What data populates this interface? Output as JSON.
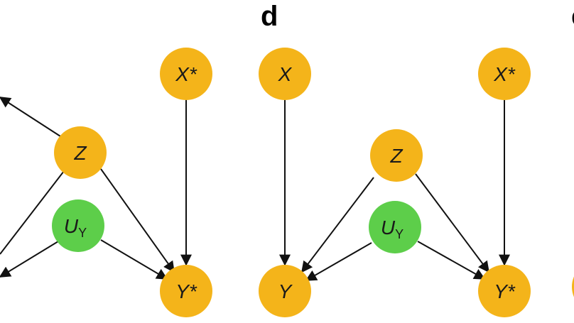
{
  "colors": {
    "observed": "#F4B41A",
    "latent": "#5DCE4A",
    "edge": "#111111"
  },
  "panels": [
    {
      "letter": "",
      "nodes": [
        {
          "id": "Xstar_c",
          "label": "X*",
          "sub": "",
          "kind": "observed"
        },
        {
          "id": "Z_c",
          "label": "Z",
          "sub": "",
          "kind": "observed"
        },
        {
          "id": "U_c",
          "label": "U",
          "sub": "Y",
          "kind": "latent"
        },
        {
          "id": "Ystar_c",
          "label": "Y*",
          "sub": "",
          "kind": "observed"
        }
      ]
    },
    {
      "letter": "d",
      "nodes": [
        {
          "id": "X_d",
          "label": "X",
          "sub": "",
          "kind": "observed"
        },
        {
          "id": "Xstar_d",
          "label": "X*",
          "sub": "",
          "kind": "observed"
        },
        {
          "id": "Z_d",
          "label": "Z",
          "sub": "",
          "kind": "observed"
        },
        {
          "id": "U_d",
          "label": "U",
          "sub": "Y",
          "kind": "latent"
        },
        {
          "id": "Y_d",
          "label": "Y",
          "sub": "",
          "kind": "observed"
        },
        {
          "id": "Ystar_d",
          "label": "Y*",
          "sub": "",
          "kind": "observed"
        }
      ]
    },
    {
      "letter": "e"
    }
  ],
  "edges": [
    {
      "from": "Z_c",
      "to": "offscreen_topleft"
    },
    {
      "from": "Z_c",
      "to": "offscreen_left"
    },
    {
      "from": "Z_c",
      "to": "Ystar_c"
    },
    {
      "from": "U_c",
      "to": "offscreen_left"
    },
    {
      "from": "U_c",
      "to": "Ystar_c"
    },
    {
      "from": "Xstar_c",
      "to": "Ystar_c"
    },
    {
      "from": "X_d",
      "to": "Y_d"
    },
    {
      "from": "Z_d",
      "to": "Y_d"
    },
    {
      "from": "Z_d",
      "to": "Ystar_d"
    },
    {
      "from": "U_d",
      "to": "Y_d"
    },
    {
      "from": "U_d",
      "to": "Ystar_d"
    },
    {
      "from": "Xstar_d",
      "to": "Ystar_d"
    }
  ]
}
